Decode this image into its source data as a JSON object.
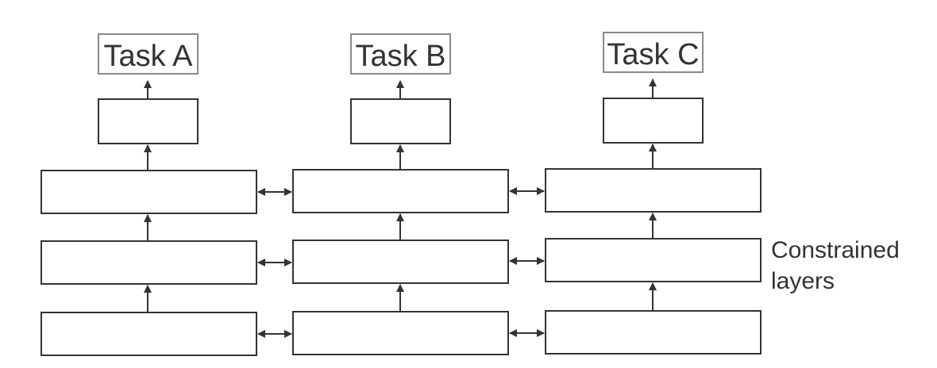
{
  "tasks": [
    {
      "label": "Task A"
    },
    {
      "label": "Task B"
    },
    {
      "label": "Task C"
    }
  ],
  "side_label": {
    "line1": "Constrained",
    "line2": "layers"
  },
  "colors": {
    "box_stroke": "#333333",
    "task_box_stroke": "#8a8a8a",
    "text": "#333333",
    "background": "#ffffff"
  }
}
